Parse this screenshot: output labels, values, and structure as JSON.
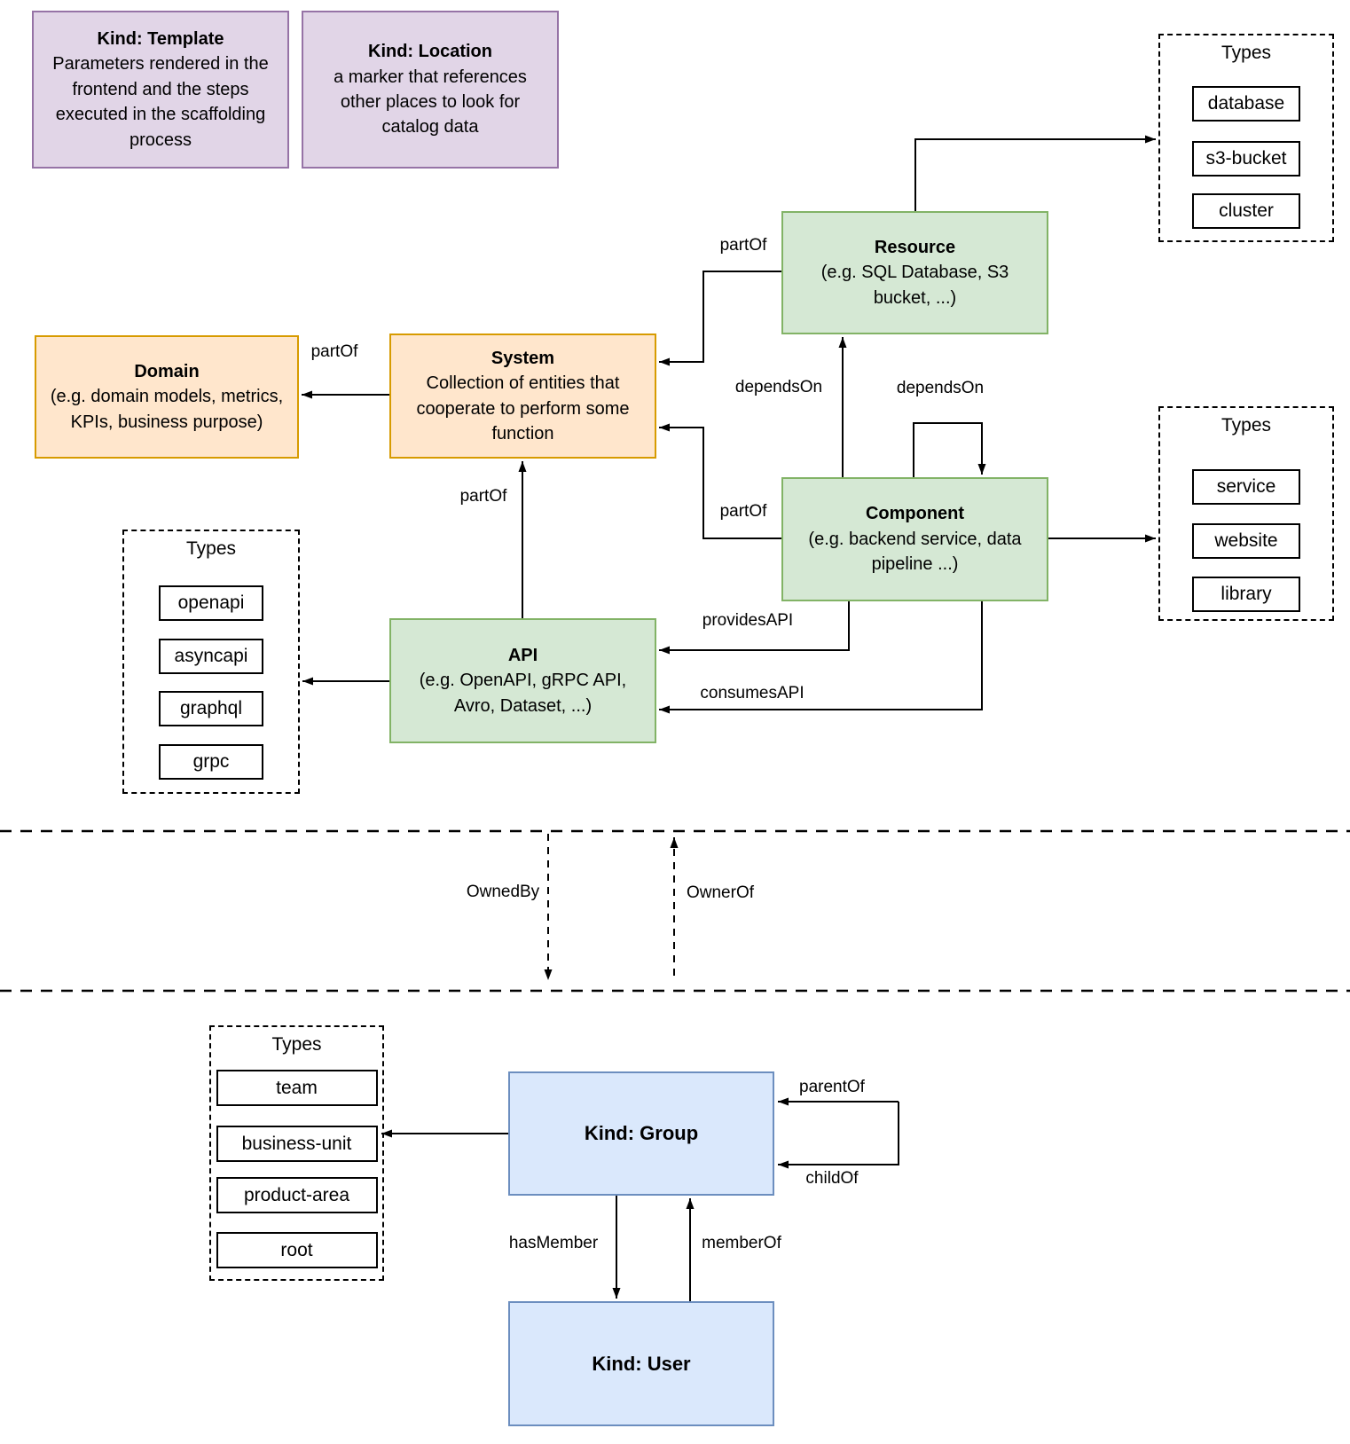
{
  "nodes": {
    "template": {
      "title": "Kind: Template",
      "body": "Parameters rendered in the frontend and the steps executed in  the scaffolding process"
    },
    "location": {
      "title": "Kind: Location",
      "body": "a marker that references other places to look for catalog data"
    },
    "resource": {
      "title": "Resource",
      "body": "(e.g. SQL Database, S3 bucket, ...)"
    },
    "domain": {
      "title": "Domain",
      "body": "(e.g.  domain models, metrics, KPIs, business purpose)"
    },
    "system": {
      "title": "System",
      "body": "Collection of entities that cooperate to perform some function"
    },
    "component": {
      "title": "Component",
      "body": "(e.g. backend service, data pipeline ...)"
    },
    "api": {
      "title": "API",
      "body": "(e.g. OpenAPI, gRPC API, Avro, Dataset, ...)"
    },
    "group": {
      "title": "Kind: Group"
    },
    "user": {
      "title": "Kind: User"
    }
  },
  "panels": {
    "resource_types": {
      "title": "Types",
      "items": [
        "database",
        "s3-bucket",
        "cluster"
      ]
    },
    "component_types": {
      "title": "Types",
      "items": [
        "service",
        "website",
        "library"
      ]
    },
    "api_types": {
      "title": "Types",
      "items": [
        "openapi",
        "asyncapi",
        "graphql",
        "grpc"
      ]
    },
    "group_types": {
      "title": "Types",
      "items": [
        "team",
        "business-unit",
        "product-area",
        "root"
      ]
    }
  },
  "edge_labels": {
    "resource_part_of": "partOf",
    "system_part_of": "partOf",
    "component_part_of": "partOf",
    "api_part_of": "partOf",
    "depends_on_resource": "dependsOn",
    "depends_on_self": "dependsOn",
    "provides_api": "providesAPI",
    "consumes_api": "consumesAPI",
    "owned_by": "OwnedBy",
    "owner_of": "OwnerOf",
    "parent_of": "parentOf",
    "child_of": "childOf",
    "has_member": "hasMember",
    "member_of": "memberOf"
  },
  "colors": {
    "kind_purple_fill": "#E1D5E7",
    "kind_purple_stroke": "#9673A6",
    "orange_fill": "#FFE6CC",
    "orange_stroke": "#D79B00",
    "green_fill": "#D5E8D4",
    "green_stroke": "#82B366",
    "blue_fill": "#DAE8FC",
    "blue_stroke": "#6C8EBF",
    "line": "#000000"
  }
}
